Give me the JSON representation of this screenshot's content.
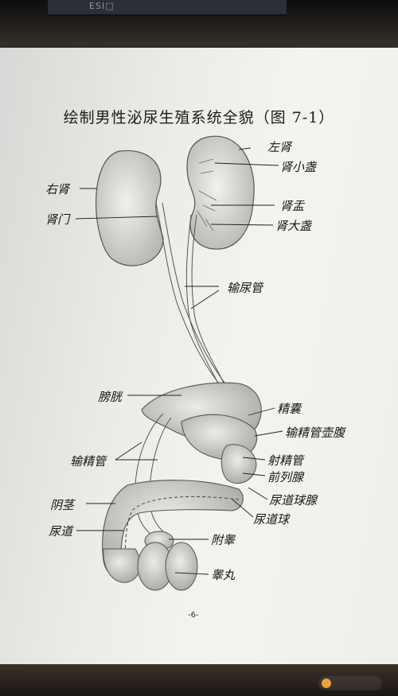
{
  "monitor_text": "ESI□",
  "title": "绘制男性泌尿生殖系统全貌（图 7-1）",
  "page_number": "-6-",
  "labels": {
    "left_kidney": "左肾",
    "renal_papilla_minor": "肾小盏",
    "right_kidney": "右肾",
    "renal_hilum": "肾门",
    "renal_pelvis": "肾盂",
    "major_calyx": "肾大盏",
    "ureter": "输尿管",
    "bladder": "膀胱",
    "seminal_vesicle": "精囊",
    "ampulla": "输精管壶腹",
    "vas_deferens": "输精管",
    "ejaculatory_duct": "射精管",
    "prostate": "前列腺",
    "bulbourethral_gland": "尿道球腺",
    "penis": "阴茎",
    "urethral_bulb": "尿道球",
    "urethra": "尿道",
    "epididymis": "附睾",
    "testis": "睾丸"
  }
}
